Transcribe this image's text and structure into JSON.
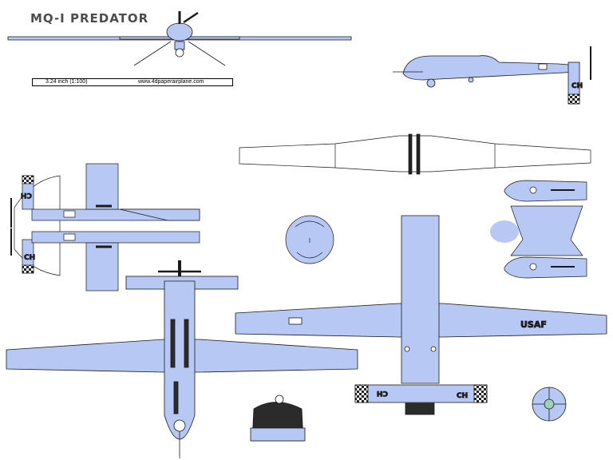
{
  "sheet": {
    "title": "MQ-I PREDATOR",
    "scale_text": "3.24 inch (1:100)",
    "website": "www.4dpaperairplane.com"
  },
  "markings": {
    "tail_code_1": "CH",
    "tail_code_2": "CH",
    "tail_code_3": "CH",
    "tail_code_4": "CH",
    "tail_code_5": "CH",
    "wing_text": "USAF"
  },
  "colors": {
    "airframe": "#b7c8f5",
    "outline": "#1a1a1a",
    "dark_part": "#2b2b2b",
    "title_gray": "#4d4d4d"
  }
}
